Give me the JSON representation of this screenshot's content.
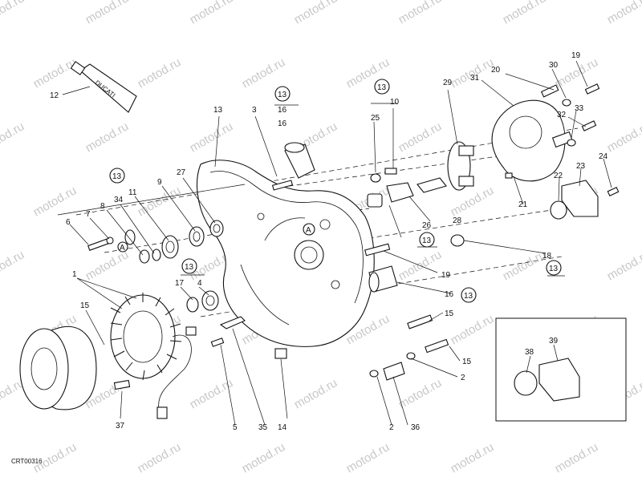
{
  "watermark": "motod.ru",
  "drawing_code": "CRT00316",
  "callouts": {
    "c1": "1",
    "c2a": "2",
    "c2b": "2",
    "c3": "3",
    "c4": "4",
    "c5": "5",
    "c6": "6",
    "c7": "7",
    "c8": "8",
    "c9": "9",
    "c10": "10",
    "c11": "11",
    "c12": "12",
    "c13a": "13",
    "c13b": "13",
    "c14": "14",
    "c15a": "15",
    "c15b": "15",
    "c15c": "15",
    "c16a": "16",
    "c16b": "16",
    "c17": "17",
    "c18": "18",
    "c19a": "19",
    "c19b": "19",
    "c20": "20",
    "c21": "21",
    "c22": "22",
    "c23": "23",
    "c24": "24",
    "c25": "25",
    "c26": "26",
    "c27": "27",
    "c28": "28",
    "c29": "29",
    "c30": "30",
    "c31": "31",
    "c32": "32",
    "c33": "33",
    "c34": "34",
    "c35": "35",
    "c36": "36",
    "c37": "37",
    "c38": "38",
    "c39": "39"
  },
  "sealant_ref": "13",
  "ref_marker": "A",
  "tube_brand": "DUCATI"
}
